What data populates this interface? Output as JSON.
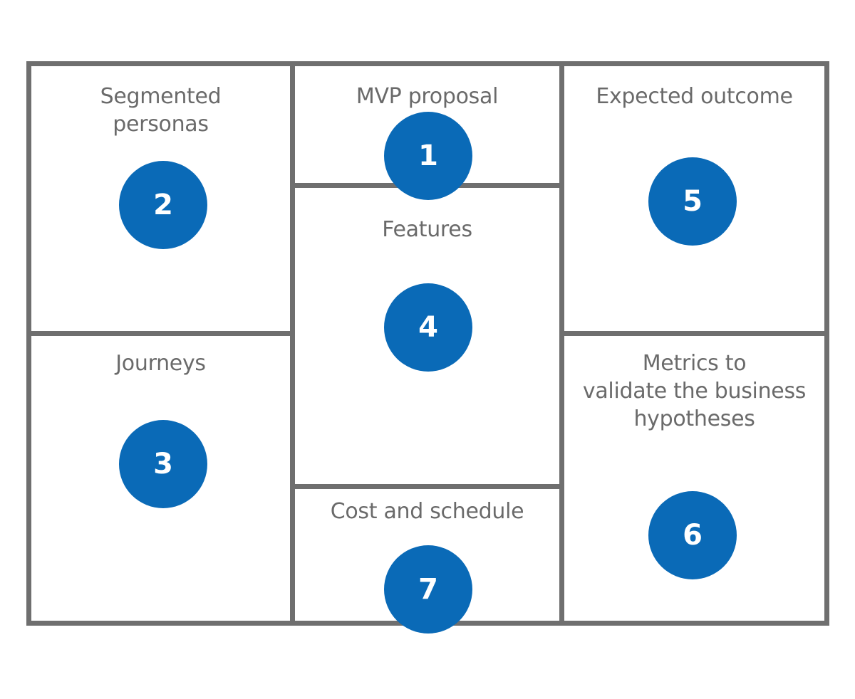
{
  "colors": {
    "border": "#6f6f6f",
    "label_text": "#6a6a6a",
    "badge_fill": "#0a6ab7",
    "badge_text": "#ffffff",
    "background": "#ffffff"
  },
  "canvas": {
    "blocks": [
      {
        "id": "mvp-proposal",
        "title": "MVP proposal",
        "number": "1"
      },
      {
        "id": "segmented-personas",
        "title": "Segmented\npersonas",
        "number": "2"
      },
      {
        "id": "journeys",
        "title": "Journeys",
        "number": "3"
      },
      {
        "id": "features",
        "title": "Features",
        "number": "4"
      },
      {
        "id": "expected-outcome",
        "title": "Expected outcome",
        "number": "5"
      },
      {
        "id": "metrics",
        "title": "Metrics to\nvalidate the business\nhypotheses",
        "number": "6"
      },
      {
        "id": "cost-schedule",
        "title": "Cost and schedule",
        "number": "7"
      }
    ]
  }
}
